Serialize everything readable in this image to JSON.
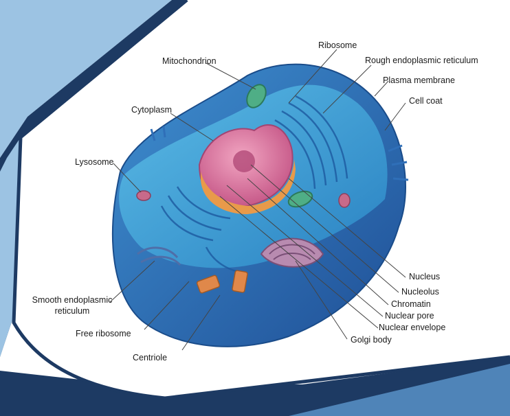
{
  "diagram": {
    "labels": {
      "ribosome": "Ribosome",
      "rough_er": "Rough endoplasmic reticulum",
      "mitochondrion": "Mitochondrion",
      "plasma_membrane": "Plasma membrane",
      "cell_coat": "Cell coat",
      "cytoplasm": "Cytoplasm",
      "lysosome": "Lysosome",
      "nucleus": "Nucleus",
      "nucleolus": "Nucleolus",
      "chromatin": "Chromatin",
      "nuclear_pore": "Nuclear pore",
      "nuclear_envelope": "Nuclear envelope",
      "golgi_body": "Golgi body",
      "smooth_er_line1": "Smooth endoplasmic",
      "smooth_er_line2": "reticulum",
      "free_ribosome": "Free ribosome",
      "centriole": "Centriole"
    },
    "colors": {
      "panel_light": "#9cc3e3",
      "panel_dark": "#1d3a63",
      "cell_blue": "#2f6fb8",
      "cytoplasm": "#3f9bd6",
      "nucleus": "#d9709a",
      "leader_line": "#444444"
    }
  }
}
